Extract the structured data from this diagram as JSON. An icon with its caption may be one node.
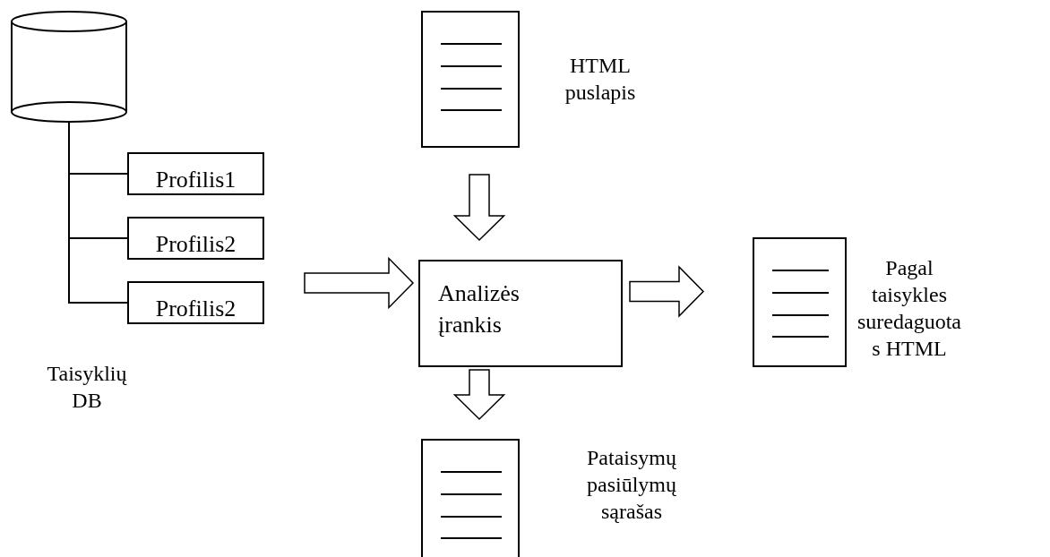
{
  "diagram": {
    "nodes": [
      {
        "text": [],
        "shape": "cylinder"
      },
      {
        "text": [
          "Profilis1"
        ]
      },
      {
        "text": [
          "Profilis2"
        ]
      },
      {
        "text": [
          "Profilis2"
        ]
      },
      {
        "text": [],
        "shape": "document",
        "beside": [
          "HTML puslapis"
        ]
      },
      {
        "text": [
          "Analizės įrankis"
        ]
      },
      {
        "text": [],
        "shape": "document",
        "beside": [
          "Pagal taisykles suredaguota s HTML"
        ]
      },
      {
        "text": [],
        "shape": "document",
        "beside": [
          "Pataisymų pasiūlymų sąrašas"
        ]
      }
    ],
    "edges": [
      {
        "from": 0,
        "to": 1,
        "arrow": "none"
      },
      {
        "from": 0,
        "to": 2,
        "arrow": "none"
      },
      {
        "from": 0,
        "to": 3,
        "arrow": "none"
      },
      {
        "from": null,
        "to": 5,
        "arrow": "to",
        "style": "thick"
      },
      {
        "from": 4,
        "to": 5,
        "arrow": "to",
        "style": "thick"
      },
      {
        "from": 5,
        "to": 6,
        "arrow": "to",
        "style": "thick"
      },
      {
        "from": 5,
        "to": 7,
        "arrow": "to",
        "style": "thick"
      }
    ],
    "labels": [
      "Taisyklių DB"
    ]
  }
}
